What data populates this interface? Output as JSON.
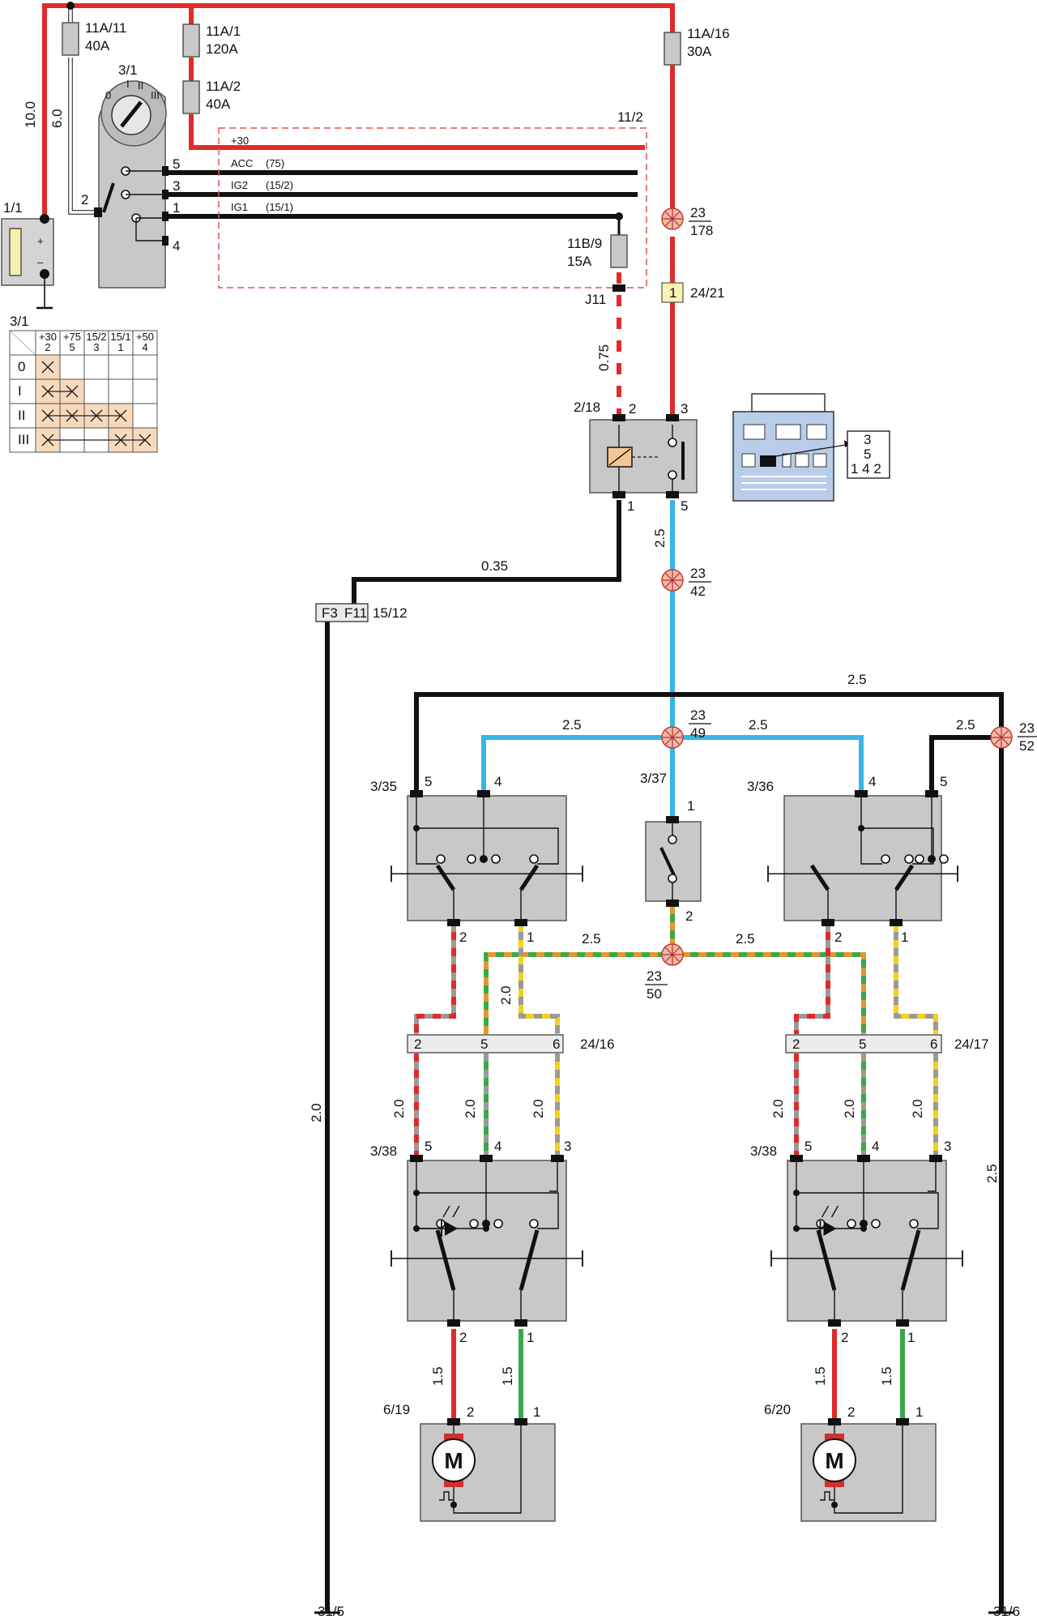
{
  "fuses": {
    "f11a11": {
      "id": "11A/11",
      "rating": "40A"
    },
    "f11a1": {
      "id": "11A/1",
      "rating": "120A"
    },
    "f11a2": {
      "id": "11A/2",
      "rating": "40A"
    },
    "f11a16": {
      "id": "11A/16",
      "rating": "30A"
    },
    "f11b9": {
      "id": "11B/9",
      "rating": "15A"
    }
  },
  "components": {
    "battery": "1/1",
    "ignition_switch": "3/1",
    "mount_block": "11/2",
    "relay": "2/18",
    "switch_left": "3/35",
    "switch_center": "3/37",
    "switch_right": "3/36",
    "switch_rear_left": "3/38",
    "switch_rear_right": "3/38",
    "motor_left": "6/19",
    "motor_right": "6/20",
    "connector_left": "24/16",
    "connector_right": "24/17",
    "connector_top": "24/21",
    "connector_ground_block": "15/12",
    "ground_left": "31/5",
    "ground_right": "31/6",
    "motor_symbol": "M"
  },
  "wire_gauges": {
    "battery_main": "10.0",
    "battery_thin": "6.0",
    "fuse_to_relay": "0.75",
    "relay_to_ground": "0.35",
    "relay_out": "2.5",
    "top_bus": "2.5",
    "blue_left": "2.5",
    "blue_right": "2.5",
    "right_feed": "2.5",
    "bottom_bus_left": "2.5",
    "bottom_bus_right": "2.5",
    "left_vert": "2.0",
    "conn_left_a": "2.0",
    "conn_left_b": "2.0",
    "conn_left_c": "2.0",
    "conn_right_a": "2.0",
    "conn_right_b": "2.0",
    "conn_right_c": "2.0",
    "ground_left_wire": "2.0",
    "ground_right_wire": "2.5",
    "motor_left_a": "1.5",
    "motor_left_b": "1.5",
    "motor_right_a": "1.5",
    "motor_right_b": "1.5"
  },
  "splices": {
    "s1": {
      "top": "23",
      "bottom": "178"
    },
    "s2": {
      "top": "23",
      "bottom": "42"
    },
    "s3": {
      "top": "23",
      "bottom": "49"
    },
    "s4": {
      "top": "23",
      "bottom": "52"
    },
    "s5": {
      "top": "23",
      "bottom": "50"
    }
  },
  "ignition": {
    "circuits": {
      "plus30": "+30",
      "acc": "ACC",
      "acc_code": "(75)",
      "ig2": "IG2",
      "ig2_code": "(15/2)",
      "ig1": "IG1",
      "ig1_code": "(15/1)"
    },
    "pins": {
      "p5": "5",
      "p3": "3",
      "p1": "1",
      "p4": "4",
      "p2": "2"
    },
    "dial": {
      "d0": "0",
      "d1": "I",
      "d2": "II",
      "d3": "III"
    }
  },
  "battery_terms": {
    "plus": "+",
    "minus": "–"
  },
  "pins": {
    "j11": "J11",
    "c1": "1",
    "relay_2": "2",
    "relay_3": "3",
    "relay_1": "1",
    "relay_5": "5",
    "sw35_5": "5",
    "sw35_4": "4",
    "sw35_2": "2",
    "sw35_1": "1",
    "sw37_1": "1",
    "sw37_2": "2",
    "sw36_4": "4",
    "sw36_5": "5",
    "sw36_2": "2",
    "sw36_1": "1",
    "cl_2": "2",
    "cl_5": "5",
    "cl_6": "6",
    "cr_2": "2",
    "cr_5": "5",
    "cr_6": "6",
    "s38l_5": "5",
    "s38l_4": "4",
    "s38l_3": "3",
    "s38l_2": "2",
    "s38l_1": "1",
    "s38r_5": "5",
    "s38r_4": "4",
    "s38r_3": "3",
    "s38r_2": "2",
    "s38r_1": "1",
    "ml_2": "2",
    "ml_1": "1",
    "mr_2": "2",
    "mr_1": "1",
    "f3": "F3",
    "f11": "F11",
    "relay_pins_row1": "3",
    "relay_pins_row2": "5",
    "relay_pins_row3": "1 4 2"
  },
  "table": {
    "title": "3/1",
    "headers": [
      {
        "top": "+30",
        "bottom": "2"
      },
      {
        "top": "+75",
        "bottom": "5"
      },
      {
        "top": "15/2",
        "bottom": "3"
      },
      {
        "top": "15/1",
        "bottom": "1"
      },
      {
        "top": "+50",
        "bottom": "4"
      }
    ],
    "rows": [
      {
        "pos": "0",
        "cells": [
          1,
          0,
          0,
          0,
          0
        ]
      },
      {
        "pos": "I",
        "cells": [
          1,
          1,
          0,
          0,
          0
        ]
      },
      {
        "pos": "II",
        "cells": [
          1,
          1,
          1,
          1,
          0
        ]
      },
      {
        "pos": "III",
        "cells": [
          1,
          0,
          0,
          1,
          1
        ]
      }
    ]
  },
  "colors": {
    "red": "#e02b2b",
    "blue": "#39b6e3",
    "black": "#111111",
    "green": "#3aa84a",
    "yellow": "#f2d21b",
    "grey": "#9a9a9a",
    "orange": "#e3982b",
    "cell_fill": "#f7d9bc"
  }
}
